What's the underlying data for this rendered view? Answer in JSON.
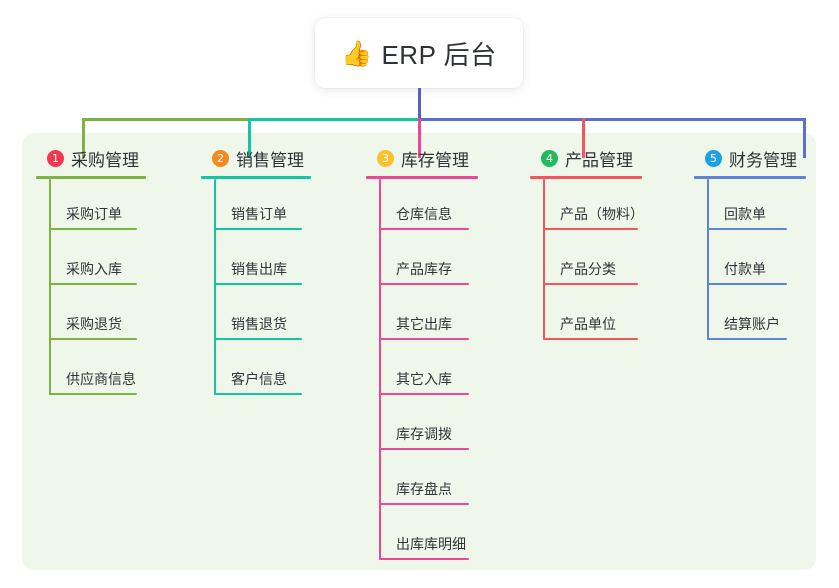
{
  "diagram": {
    "type": "mind-map",
    "root": {
      "icon": "thumbs-up-emoji",
      "icon_glyph": "👍",
      "title": "ERP 后台"
    },
    "panel_background": "#eef7e9",
    "trunk_color": "#5661c8",
    "branches": [
      {
        "index": "1",
        "title": "采购管理",
        "badge_color": "#f0384f",
        "line_color": "#7cb342",
        "items": [
          "采购订单",
          "采购入库",
          "采购退货",
          "供应商信息"
        ]
      },
      {
        "index": "2",
        "title": "销售管理",
        "badge_color": "#f6891f",
        "line_color": "#13c4a5",
        "items": [
          "销售订单",
          "销售出库",
          "销售退货",
          "客户信息"
        ]
      },
      {
        "index": "3",
        "title": "库存管理",
        "badge_color": "#fbc02d",
        "line_color": "#ec4899",
        "items": [
          "仓库信息",
          "产品库存",
          "其它出库",
          "其它入库",
          "库存调拨",
          "库存盘点",
          "出库库明细"
        ]
      },
      {
        "index": "4",
        "title": "产品管理",
        "badge_color": "#22ba5a",
        "line_color": "#f4565c",
        "items": [
          "产品（物料）",
          "产品分类",
          "产品单位"
        ]
      },
      {
        "index": "5",
        "title": "财务管理",
        "badge_color": "#1ea0e6",
        "line_color": "#5b84d6",
        "items": [
          "回款单",
          "付款单",
          "结算账户"
        ]
      }
    ]
  }
}
